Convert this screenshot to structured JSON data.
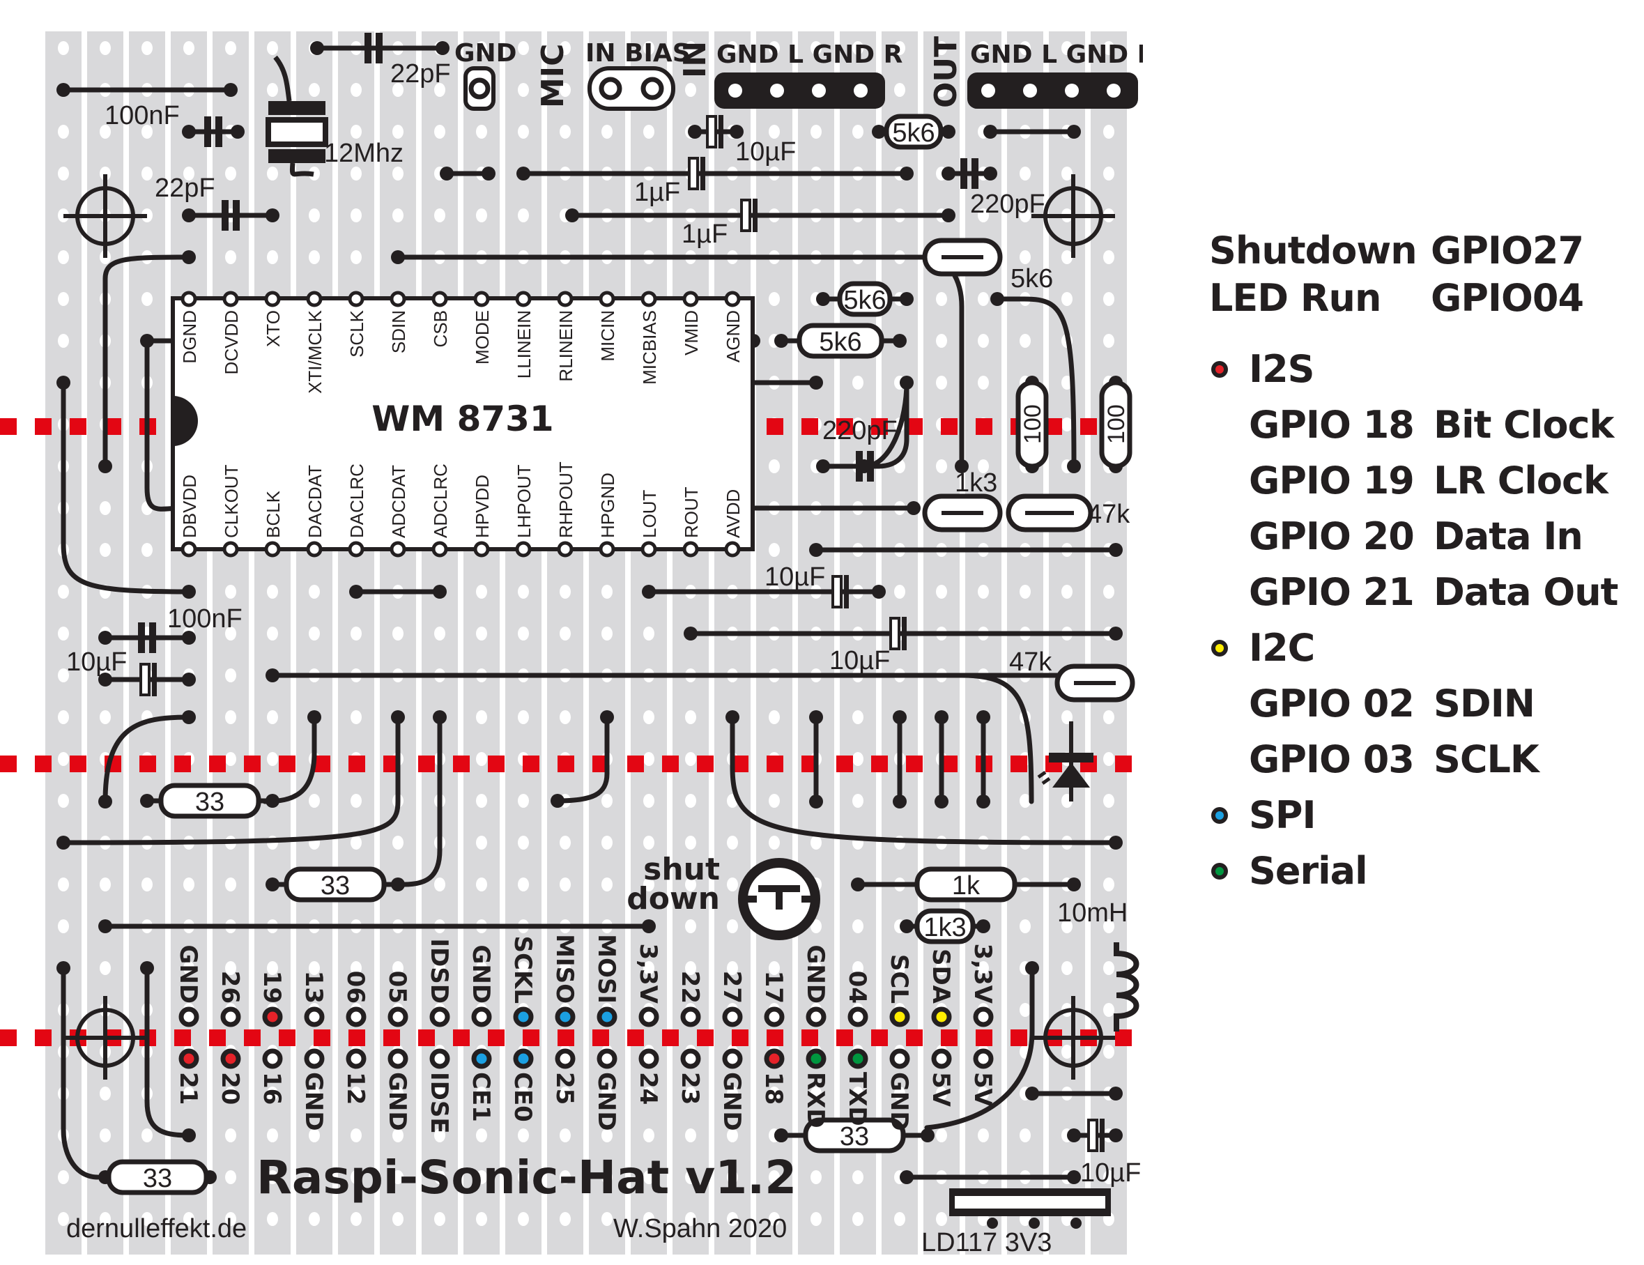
{
  "board": {
    "title": "Raspi-Sonic-Hat  v1.2",
    "website": "dernulleffekt.de",
    "author": "W.Spahn 2020",
    "colors": {
      "strip": "#d9d9db",
      "ink": "#231f20",
      "cut": "#e30613",
      "hole": "#ffffff",
      "i2s": "#e52229",
      "i2c": "#ffed00",
      "spi": "#1ba0e2",
      "serial": "#00963f"
    }
  },
  "ic": {
    "name": "WM 8731",
    "top_pins": [
      "DGND",
      "DCVDD",
      "XTO",
      "XTI/MCLK",
      "SCLK",
      "SDIN",
      "CSB",
      "MODE",
      "LLINEIN",
      "RLINEIN",
      "MICIN",
      "MICBIAS",
      "VMID",
      "AGND"
    ],
    "bottom_pins": [
      "DBVDD",
      "CLKOUT",
      "BCLK",
      "DACDAT",
      "DACLRC",
      "ADCDAT",
      "ADCLRC",
      "HPVDD",
      "LHPOUT",
      "RHPOUT",
      "HPGND",
      "LOUT",
      "ROUT",
      "AVDD"
    ]
  },
  "connectors": {
    "mic_label": "MIC",
    "mic_gnd": "GND",
    "mic_in_bias": "IN BIAS",
    "in_label": "IN",
    "in_pins": "GND L GND R",
    "out_label": "OUT",
    "out_pins": "GND L GND R"
  },
  "components": {
    "c_22pf_top": "22pF",
    "c_100nf_top": "100nF",
    "crystal": "12Mhz",
    "c_22pf_left": "22pF",
    "c_10uf_top": "10µF",
    "c_1uf_a": "1µF",
    "c_1uf_b": "1µF",
    "r_5k6_top": "5k6",
    "c_220pf_right": "220pF",
    "r_5k6_label": "5k6",
    "r_5k6_a": "5k6",
    "r_5k6_b": "5k6",
    "c_220pf_mid": "220pF",
    "r_100_a": "100",
    "r_100_b": "100",
    "r_1k3_label": "1k3",
    "r_47k_label": "47k",
    "c_100nf_mid": "100nF",
    "c_10uf_left": "10µF",
    "c_10uf_mid_a": "10µF",
    "c_10uf_mid_b": "10µF",
    "r_47k_right": "47k",
    "r_33_a": "33",
    "r_33_b": "33",
    "r_33_c": "33",
    "r_33_d": "33",
    "shutdown_label_1": "shut",
    "shutdown_label_2": "down",
    "r_1k": "1k",
    "r_1k3_bottom": "1k3",
    "inductor": "10mH",
    "c_10uf_bottom": "10µF",
    "regulator": "LD117 3V3"
  },
  "gpio_header": {
    "top_row": [
      {
        "label": "GND",
        "dot": "none"
      },
      {
        "label": "26",
        "dot": "none"
      },
      {
        "label": "19",
        "dot": "i2s"
      },
      {
        "label": "13",
        "dot": "none"
      },
      {
        "label": "06",
        "dot": "none"
      },
      {
        "label": "05",
        "dot": "none"
      },
      {
        "label": "IDSD",
        "dot": "none"
      },
      {
        "label": "GND",
        "dot": "none"
      },
      {
        "label": "SCKL",
        "dot": "spi"
      },
      {
        "label": "MISO",
        "dot": "spi"
      },
      {
        "label": "MOSI",
        "dot": "spi"
      },
      {
        "label": "3,3V",
        "dot": "none"
      },
      {
        "label": "22",
        "dot": "none"
      },
      {
        "label": "27",
        "dot": "none"
      },
      {
        "label": "17",
        "dot": "none"
      },
      {
        "label": "GND",
        "dot": "none"
      },
      {
        "label": "04",
        "dot": "none"
      },
      {
        "label": "SCL",
        "dot": "i2c"
      },
      {
        "label": "SDA",
        "dot": "i2c"
      },
      {
        "label": "3,3V",
        "dot": "none"
      }
    ],
    "bottom_row": [
      {
        "label": "21",
        "dot": "i2s"
      },
      {
        "label": "20",
        "dot": "i2s"
      },
      {
        "label": "16",
        "dot": "none"
      },
      {
        "label": "GND",
        "dot": "none"
      },
      {
        "label": "12",
        "dot": "none"
      },
      {
        "label": "GND",
        "dot": "none"
      },
      {
        "label": "IDSE",
        "dot": "none"
      },
      {
        "label": "CE1",
        "dot": "spi"
      },
      {
        "label": "CE0",
        "dot": "spi"
      },
      {
        "label": "25",
        "dot": "none"
      },
      {
        "label": "GND",
        "dot": "none"
      },
      {
        "label": "24",
        "dot": "none"
      },
      {
        "label": "23",
        "dot": "none"
      },
      {
        "label": "GND",
        "dot": "none"
      },
      {
        "label": "18",
        "dot": "i2s"
      },
      {
        "label": "RXD",
        "dot": "serial"
      },
      {
        "label": "TXD",
        "dot": "serial"
      },
      {
        "label": "GND",
        "dot": "none"
      },
      {
        "label": "5V",
        "dot": "none"
      },
      {
        "label": "5V",
        "dot": "none"
      }
    ]
  },
  "legend": {
    "shutdown": {
      "name": "Shutdown",
      "pin": "GPIO27"
    },
    "led_run": {
      "name": "LED Run",
      "pin": "GPIO04"
    },
    "groups": [
      {
        "name": "I2S",
        "color": "#e52229",
        "items": [
          {
            "pin": "GPIO 18",
            "func": "Bit Clock"
          },
          {
            "pin": "GPIO 19",
            "func": "LR Clock"
          },
          {
            "pin": "GPIO 20",
            "func": "Data In"
          },
          {
            "pin": "GPIO 21",
            "func": "Data Out"
          }
        ]
      },
      {
        "name": "I2C",
        "color": "#ffed00",
        "items": [
          {
            "pin": "GPIO 02",
            "func": "SDIN"
          },
          {
            "pin": "GPIO 03",
            "func": "SCLK"
          }
        ]
      },
      {
        "name": "SPI",
        "color": "#1ba0e2",
        "items": []
      },
      {
        "name": "Serial",
        "color": "#00963f",
        "items": []
      }
    ]
  }
}
